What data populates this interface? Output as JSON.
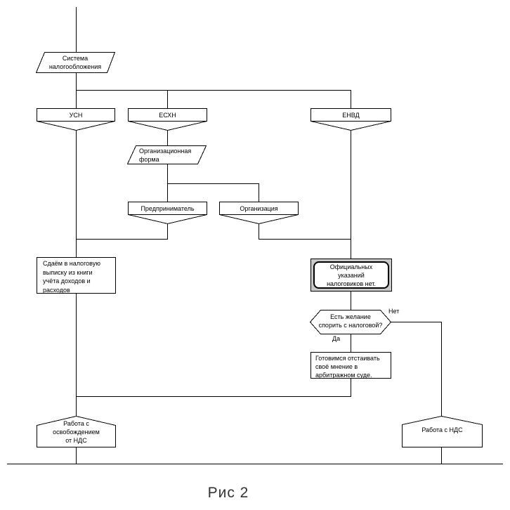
{
  "diagram": {
    "caption": "Рис 2",
    "colors": {
      "line": "#000000",
      "shape_fill": "#ffffff",
      "predefined_outer_fill": "#c9c9c9",
      "text": "#000000",
      "caption_text": "#333333"
    },
    "nodes": {
      "system": {
        "shape": "parallelogram",
        "label": "Система\nналогообложения"
      },
      "usn": {
        "shape": "merge-box",
        "label": "УСН"
      },
      "eshn": {
        "shape": "merge-box",
        "label": "ЕСХН"
      },
      "envd": {
        "shape": "merge-box",
        "label": "ЕНВД"
      },
      "org_form": {
        "shape": "parallelogram",
        "label": "Организационная\nформа"
      },
      "entrepreneur": {
        "shape": "merge-box",
        "label": "Предприниматель"
      },
      "organization": {
        "shape": "merge-box",
        "label": "Организация"
      },
      "submit_extract": {
        "shape": "process",
        "label": "Сдаём в налоговую\nвыписку из книги\nучёта доходов и\nрасходов"
      },
      "no_official_guidance": {
        "shape": "predefined-process",
        "label": "Официальных\nуказаний\nналоговиков нет."
      },
      "dispute_decision": {
        "shape": "decision",
        "label": "Есть желание\nспорить с налоговой?"
      },
      "defend_opinion": {
        "shape": "process",
        "label": "Готовимся отстаивать\nсвоё мнение в\nарбитражном суде."
      },
      "work_vat_exempt": {
        "shape": "peaked-terminal",
        "label": "Работа с\nосвобождением\nот НДС"
      },
      "work_with_vat": {
        "shape": "peaked-terminal",
        "label": "Работа с НДС"
      }
    },
    "edge_labels": {
      "no": "Нет",
      "yes": "Да"
    }
  }
}
